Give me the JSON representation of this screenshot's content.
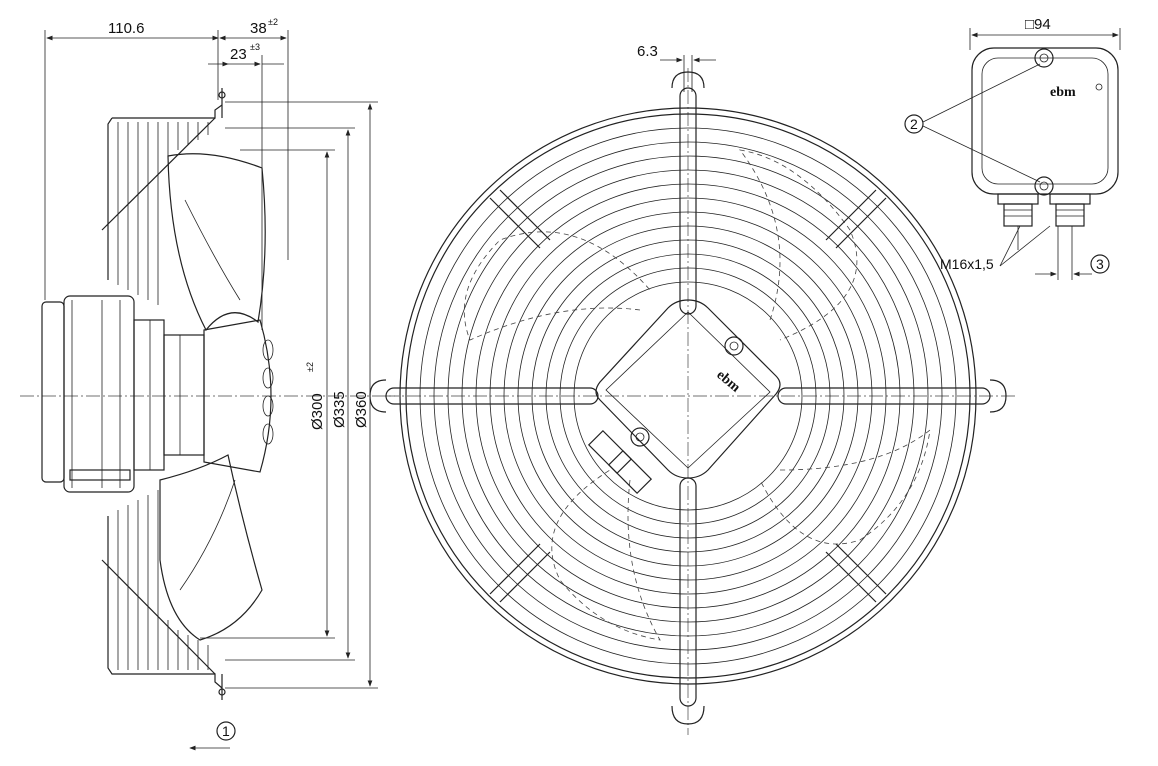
{
  "side_view": {
    "dim_depth": "110.6",
    "dim_guard_depth": "38",
    "dim_guard_depth_tol": "±2",
    "dim_blade_offset": "23",
    "dim_blade_offset_tol": "±3",
    "dia_blade": "Ø300",
    "dia_blade_tol": "±2",
    "dia_mount": "Ø335",
    "dia_guard": "Ø360",
    "callout_airflow": "1"
  },
  "front_view": {
    "dim_rod": "6.3",
    "brand_label": "ebm"
  },
  "terminal_box": {
    "dim_box": "□94",
    "brand_label": "ebm",
    "callout_screws": "2",
    "thread_label": "M16x1,5",
    "callout_cable": "3"
  }
}
